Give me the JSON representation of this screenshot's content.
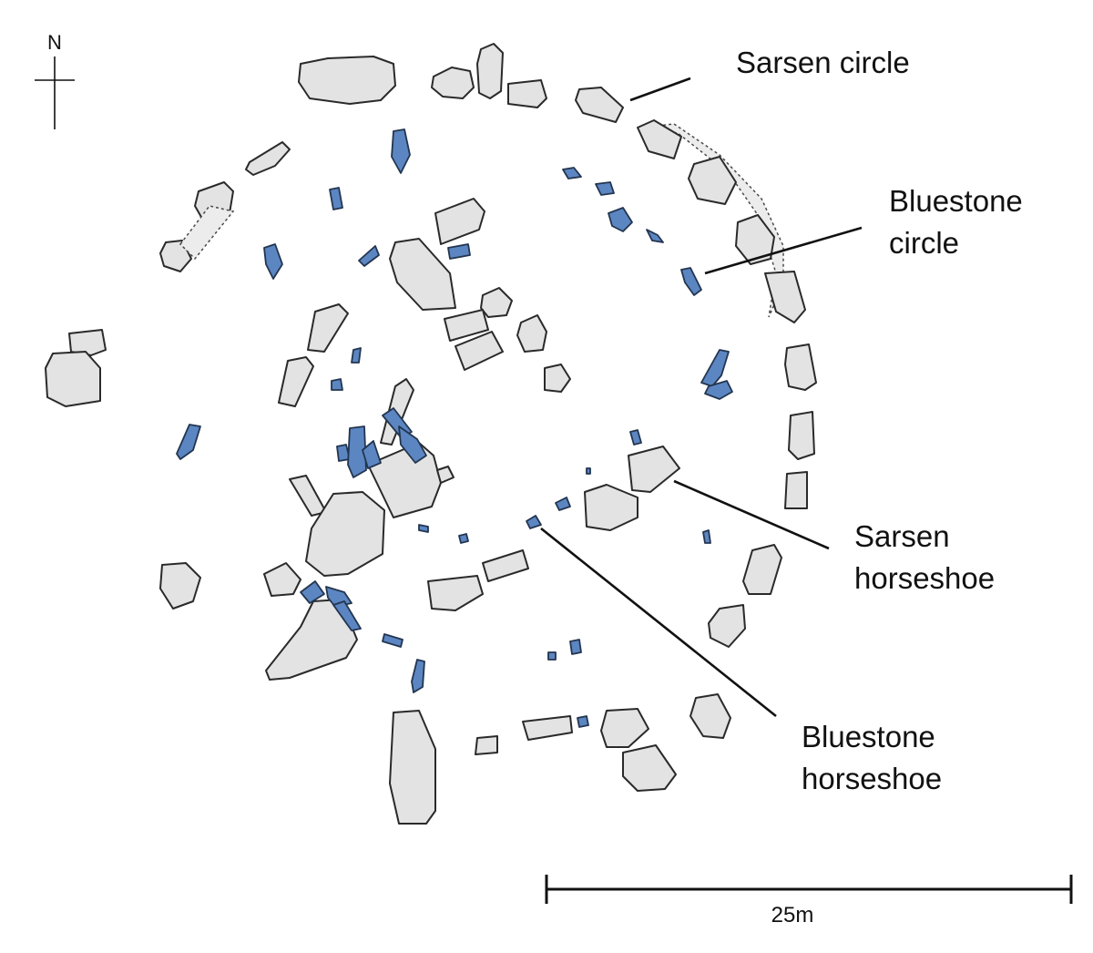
{
  "diagram": {
    "compass_label": "N",
    "labels": {
      "sarsen_circle": {
        "line1": "Sarsen circle",
        "line2": ""
      },
      "bluestone_circle": {
        "line1": "Bluestone",
        "line2": "circle"
      },
      "sarsen_horseshoe": {
        "line1": "Sarsen",
        "line2": "horseshoe"
      },
      "bluestone_horseshoe": {
        "line1": "Bluestone",
        "line2": "horseshoe"
      }
    },
    "scale_bar_label": "25m",
    "colors": {
      "sarsen_fill": "#e3e3e3",
      "sarsen_outline": "#2a2a2a",
      "bluestone_fill": "#5b86c2",
      "bluestone_outline": "#23354f"
    }
  }
}
